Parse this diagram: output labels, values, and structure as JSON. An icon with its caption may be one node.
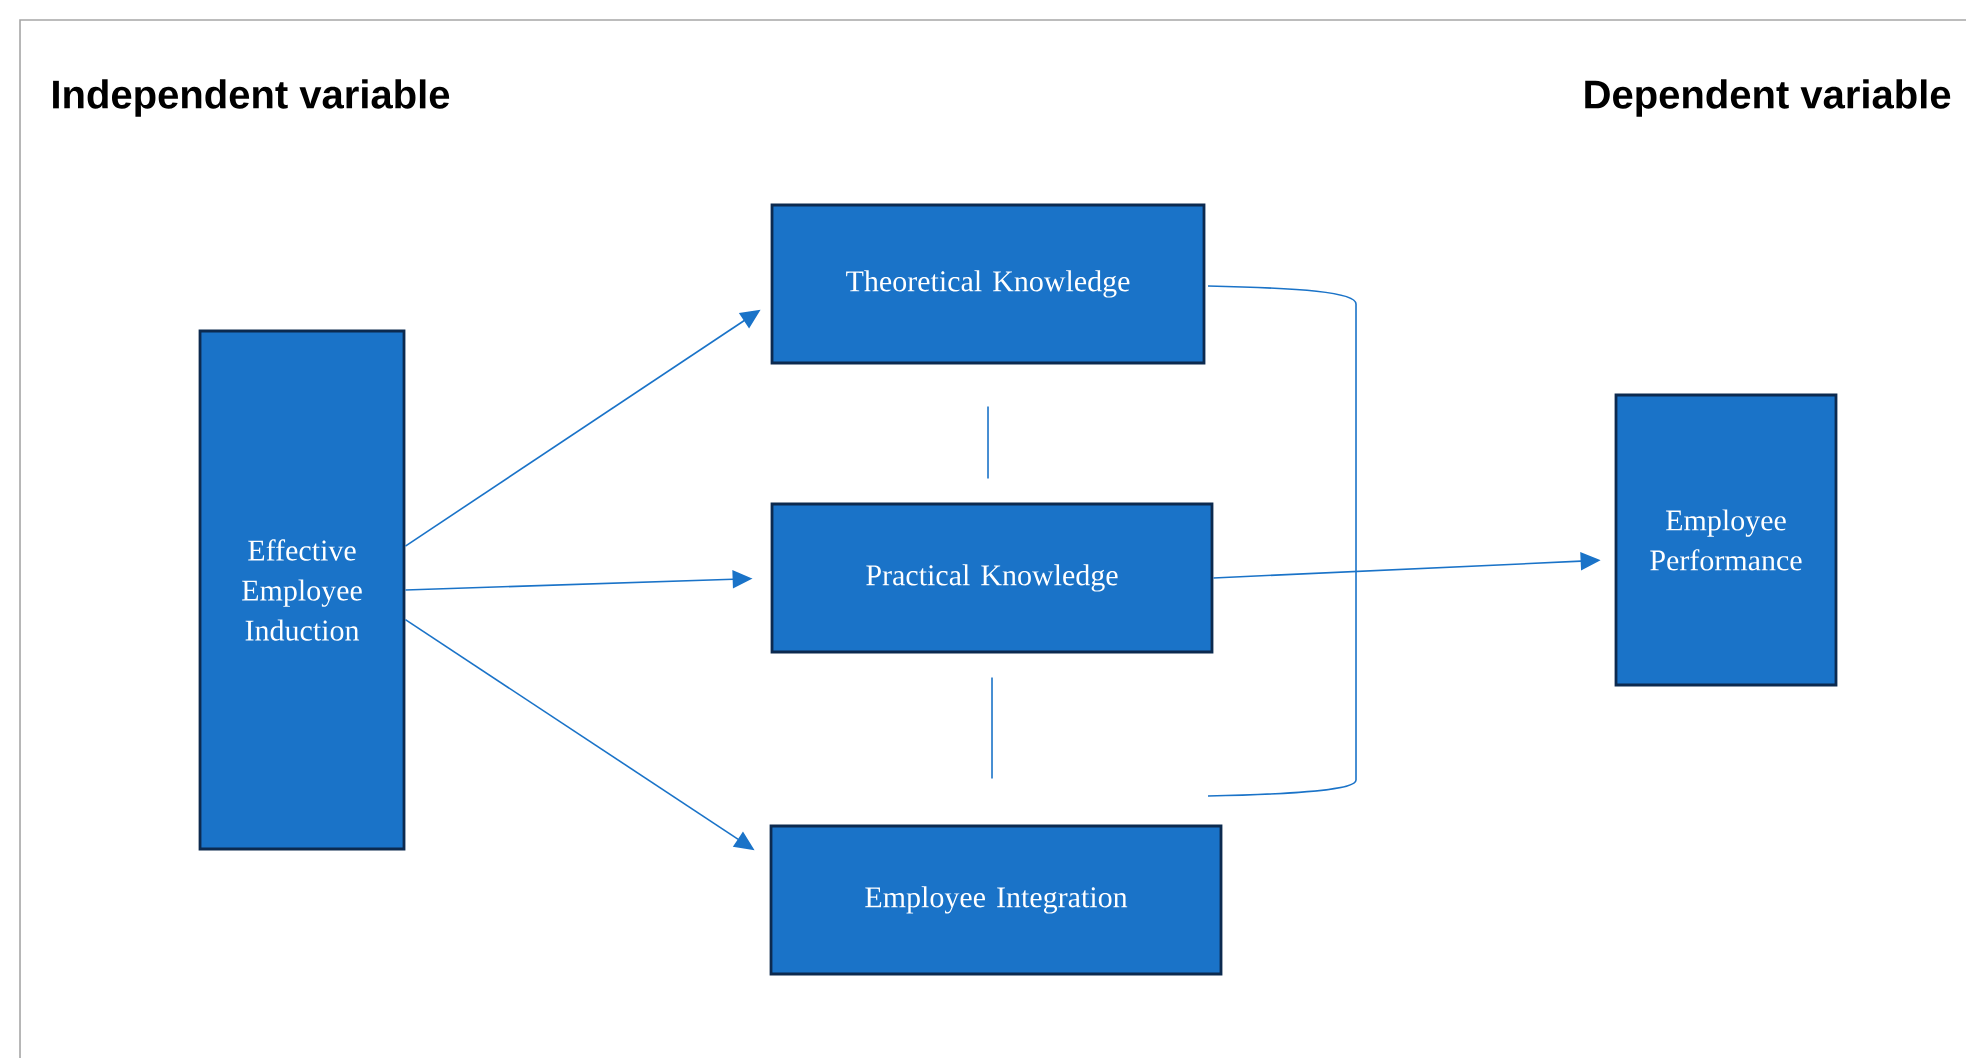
{
  "diagram": {
    "nodes": [
      {
        "text": [
          "Effective Employee Induction"
        ]
      },
      {
        "text": [
          "Theoretical Knowledge"
        ]
      },
      {
        "text": [
          "Practical Knowledge"
        ]
      },
      {
        "text": [
          "Employee Integration"
        ]
      },
      {
        "text": [
          "Employee Performance"
        ]
      }
    ],
    "edges": [
      {
        "from": 0,
        "to": 1,
        "arrow": "to"
      },
      {
        "from": 0,
        "to": 2,
        "arrow": "to"
      },
      {
        "from": 0,
        "to": 3,
        "arrow": "to"
      },
      {
        "from": 2,
        "to": 4,
        "arrow": "to"
      },
      {
        "from": 1,
        "to": 2,
        "arrow": "none"
      },
      {
        "from": 2,
        "to": 3,
        "arrow": "none"
      }
    ],
    "labels": [
      "Independent variable",
      "Dependent variable"
    ]
  }
}
